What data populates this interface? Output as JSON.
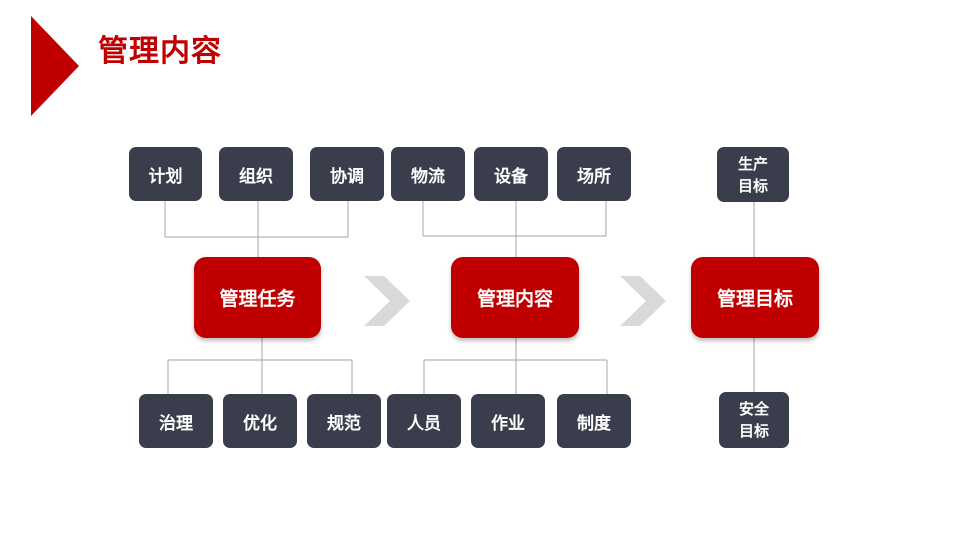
{
  "page": {
    "title": "管理内容",
    "accent_color": "#c00000",
    "box_color": "#3a3d4b"
  },
  "groups": {
    "tasks": {
      "main": "管理任务",
      "top": [
        "计划",
        "组织",
        "协调"
      ],
      "bottom": [
        "治理",
        "优化",
        "规范"
      ]
    },
    "content": {
      "main": "管理内容",
      "top": [
        "物流",
        "设备",
        "场所"
      ],
      "bottom": [
        "人员",
        "作业",
        "制度"
      ]
    },
    "goals": {
      "main": "管理目标",
      "top": [
        "生产",
        "目标"
      ],
      "bottom": [
        "安全",
        "目标"
      ]
    }
  },
  "icons": {
    "header_marker": "red-triangle-icon",
    "arrow": "chevron-right-icon"
  }
}
